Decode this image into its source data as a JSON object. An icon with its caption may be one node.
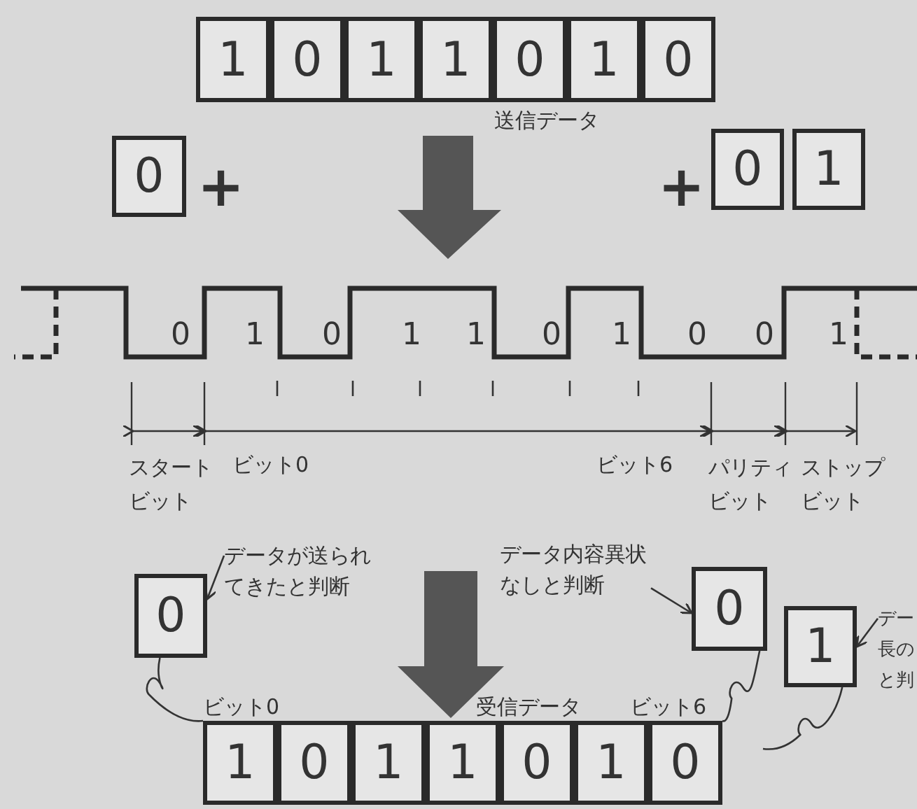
{
  "diagram": {
    "nodes": [
      {
        "text": [
          "1"
        ]
      },
      {
        "text": [
          "0"
        ]
      },
      {
        "text": [
          "1"
        ]
      },
      {
        "text": [
          "1"
        ]
      },
      {
        "text": [
          "0"
        ]
      },
      {
        "text": [
          "1"
        ]
      },
      {
        "text": [
          "0"
        ]
      },
      {
        "text": [
          "0"
        ]
      },
      {
        "text": [
          "0"
        ]
      },
      {
        "text": [
          "1"
        ]
      },
      {
        "text": [
          "0"
        ]
      },
      {
        "text": [
          "データが送られてきたと判断"
        ]
      },
      {
        "text": [
          "データ内容異状なしと判断"
        ]
      },
      {
        "text": [
          "0"
        ]
      },
      {
        "text": [
          "1"
        ]
      },
      {
        "text": [
          "デー長のと判"
        ]
      },
      {
        "text": [
          "1"
        ]
      },
      {
        "text": [
          "0"
        ]
      },
      {
        "text": [
          "1"
        ]
      },
      {
        "text": [
          "1"
        ]
      },
      {
        "text": [
          "0"
        ]
      },
      {
        "text": [
          "1"
        ]
      },
      {
        "text": [
          "0"
        ]
      }
    ],
    "edges": [
      {
        "from": 11,
        "to": 10,
        "arrow": "to"
      },
      {
        "from": 12,
        "to": 13,
        "arrow": "to"
      },
      {
        "from": 15,
        "to": 14,
        "arrow": "to"
      },
      {
        "from": 10,
        "to": 16,
        "arrow": "none"
      },
      {
        "from": 13,
        "to": 22,
        "arrow": "none"
      },
      {
        "from": 14,
        "to": null,
        "arrow": "none"
      },
      {
        "from": null,
        "to": 19,
        "arrow": "to",
        "style": "thick"
      }
    ],
    "labels": [
      "送信データ",
      "+",
      "+",
      "0",
      "1",
      "0",
      "1",
      "1",
      "0",
      "1",
      "0",
      "0",
      "1",
      "スタートビット",
      "ビット0",
      "ビット6",
      "パリティビット",
      "ストップビット",
      "ビット0",
      "受信データ",
      "ビット6"
    ]
  }
}
